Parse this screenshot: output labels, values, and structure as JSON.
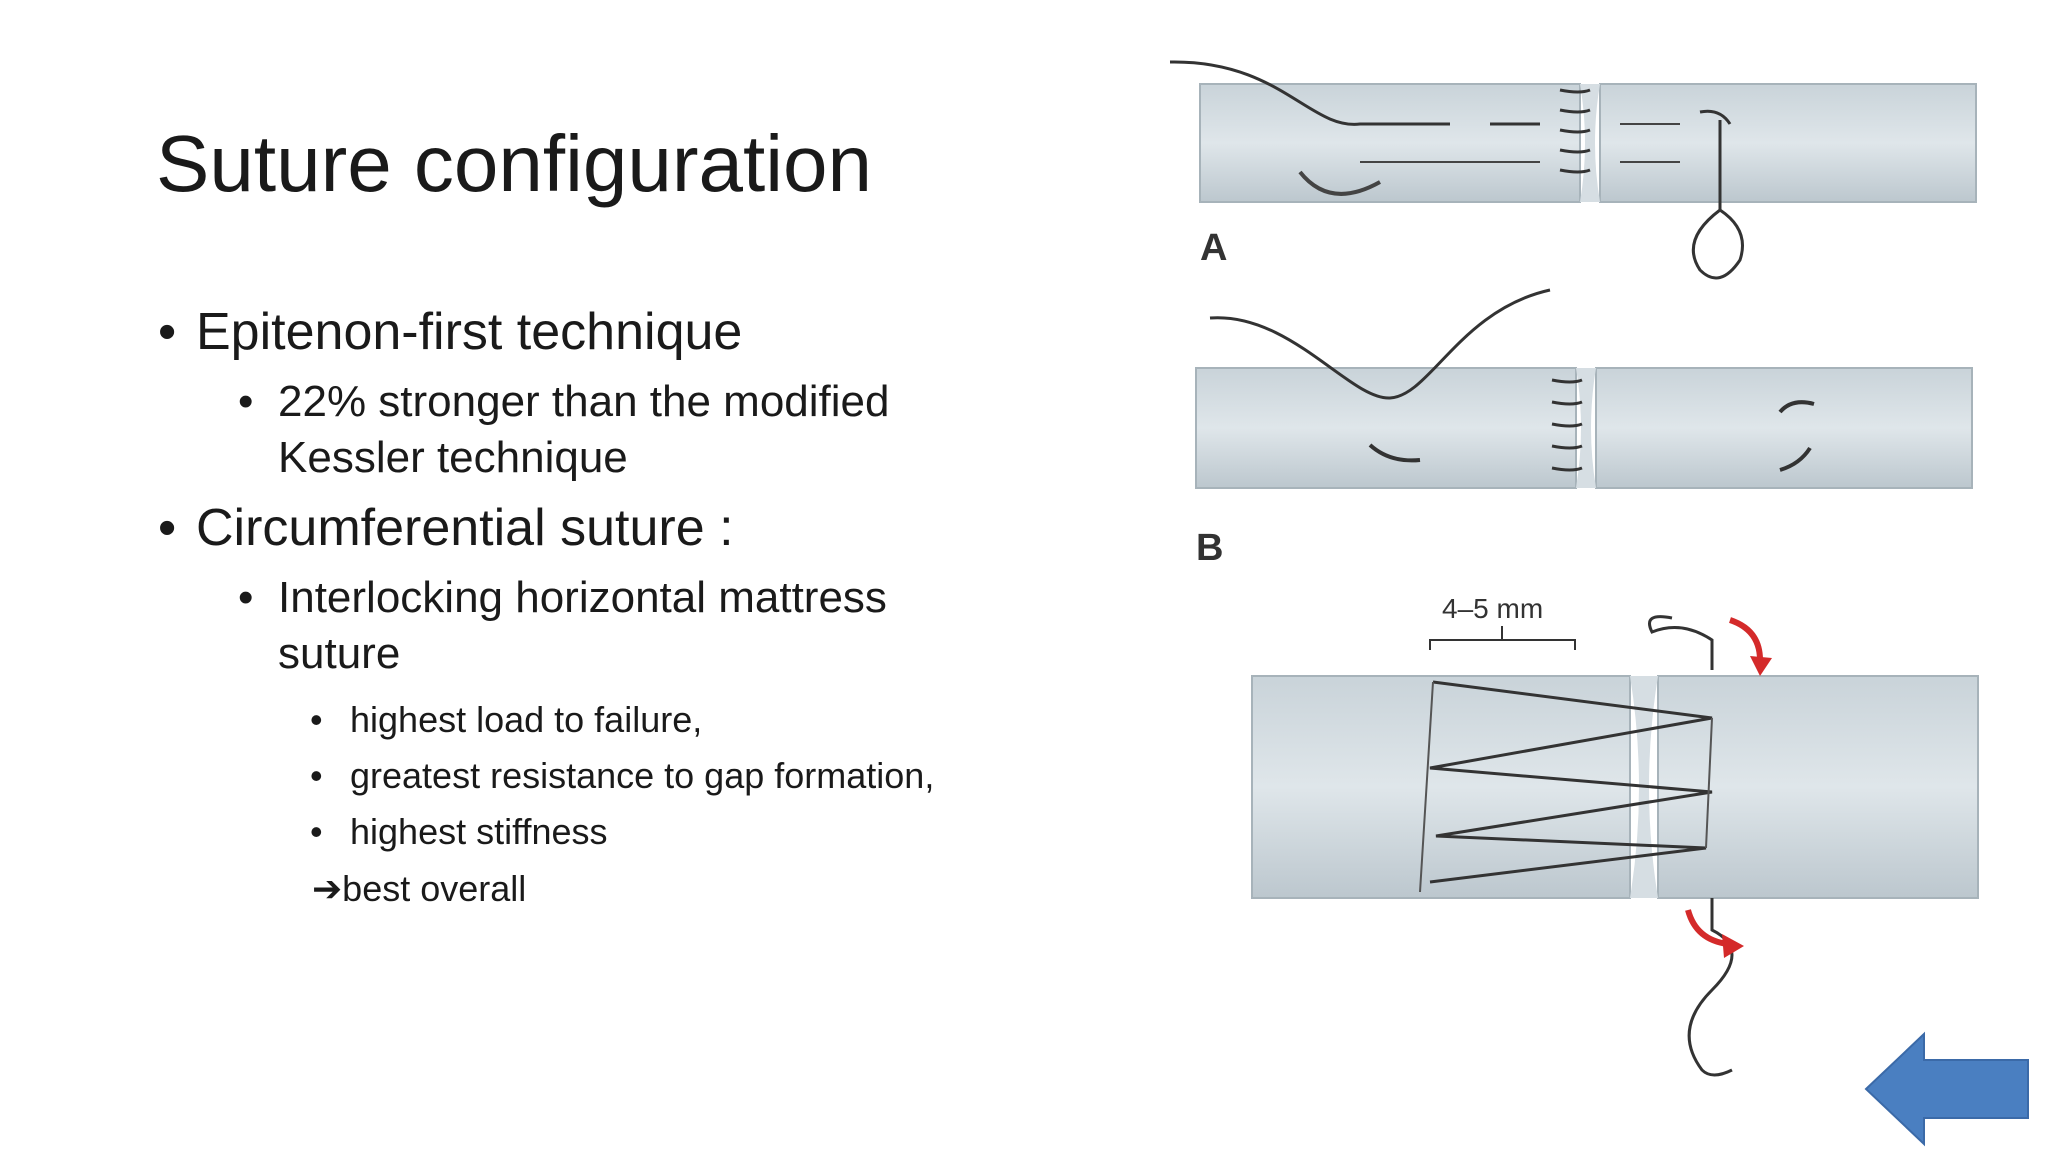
{
  "slide": {
    "title": "Suture configuration",
    "bullets": {
      "b1": "Epitenon-first technique",
      "b1_sub": "22% stronger than the modified Kessler technique",
      "b2": "Circumferential suture :",
      "b2_sub": "Interlocking horizontal mattress suture",
      "b2_items": [
        "highest load to failure,",
        "greatest resistance to gap formation,",
        "highest stiffness"
      ],
      "conclusion_arrow": "➔",
      "conclusion": "best overall"
    },
    "figure": {
      "label_a": "A",
      "label_b": "B",
      "measure": "4–5 mm"
    },
    "nav": {
      "back_icon": "left-arrow-icon",
      "color": "#4a7fc1"
    }
  }
}
